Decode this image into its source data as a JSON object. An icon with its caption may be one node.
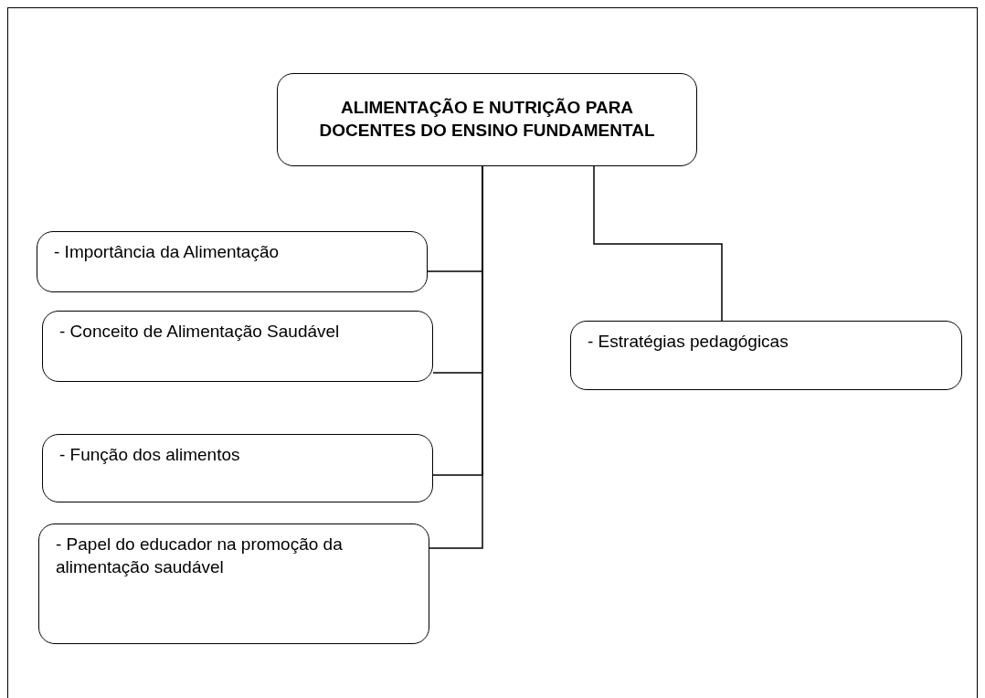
{
  "diagram": {
    "nodes": [
      {
        "text": [
          "ALIMENTAÇÃO E NUTRIÇÃO PARA DOCENTES DO ENSINO FUNDAMENTAL"
        ]
      },
      {
        "text": [
          "- Importância da Alimentação"
        ]
      },
      {
        "text": [
          "- Conceito de Alimentação Saudável"
        ]
      },
      {
        "text": [
          "- Função dos alimentos"
        ]
      },
      {
        "text": [
          "- Papel do educador na promoção da alimentação saudável"
        ]
      },
      {
        "text": [
          "- Estratégias pedagógicas"
        ]
      }
    ],
    "edges": [
      {
        "from": 0,
        "to": 1,
        "arrow": "none"
      },
      {
        "from": 0,
        "to": 2,
        "arrow": "none"
      },
      {
        "from": 0,
        "to": 3,
        "arrow": "none"
      },
      {
        "from": 0,
        "to": 4,
        "arrow": "none"
      },
      {
        "from": 0,
        "to": 5,
        "arrow": "none"
      }
    ]
  }
}
